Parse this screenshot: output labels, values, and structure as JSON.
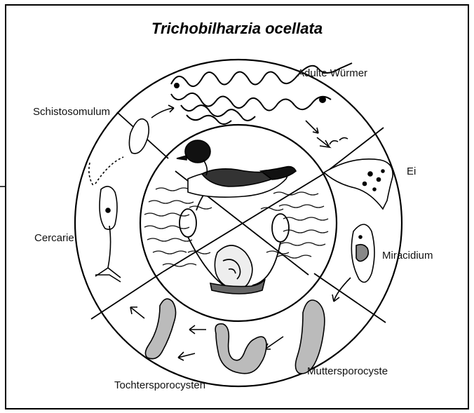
{
  "diagram": {
    "title": "Trichobilharzia ocellata",
    "stages": {
      "adult": "Adulte Würmer",
      "egg": "Ei",
      "miracidium": "Miracidium",
      "mother_sporocyst": "Muttersporocyste",
      "daughter_sporocysts": "Tochtersporocysten",
      "cercaria": "Cercarie",
      "schistosomulum": "Schistosomulum"
    },
    "hosts": [
      "duck-icon",
      "snail-icon"
    ],
    "colors": {
      "line": "#111111",
      "background": "#ffffff",
      "frame": "#000000",
      "tint": "#555555"
    }
  }
}
